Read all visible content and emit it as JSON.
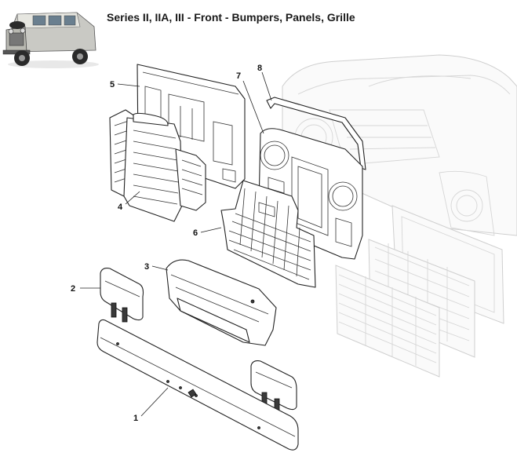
{
  "page": {
    "title": "Series II, IIA, III - Front - Bumpers, Panels, Grille"
  },
  "callouts": [
    {
      "id": "1"
    },
    {
      "id": "2"
    },
    {
      "id": "3"
    },
    {
      "id": "4"
    },
    {
      "id": "5"
    },
    {
      "id": "6"
    },
    {
      "id": "7"
    },
    {
      "id": "8"
    }
  ]
}
